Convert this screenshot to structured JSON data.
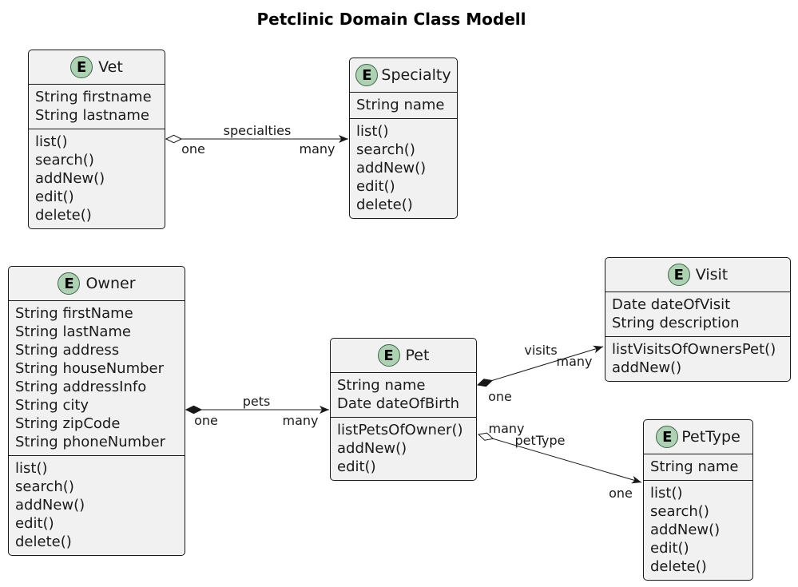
{
  "title": "Petclinic Domain Class Modell",
  "entity_letter": "E",
  "colors": {
    "background": "#FFFFFF",
    "box_fill": "#F1F1F1",
    "box_border": "#181818",
    "line": "#181818",
    "text": "#1A1A1A",
    "spot_fill": "#ADD1B2",
    "spot_border": "#3E664C"
  },
  "classes": {
    "vet": {
      "name": "Vet",
      "attributes": [
        "String firstname",
        "String lastname"
      ],
      "methods": [
        "list()",
        "search()",
        "addNew()",
        "edit()",
        "delete()"
      ]
    },
    "specialty": {
      "name": "Specialty",
      "attributes": [
        "String name"
      ],
      "methods": [
        "list()",
        "search()",
        "addNew()",
        "edit()",
        "delete()"
      ]
    },
    "owner": {
      "name": "Owner",
      "attributes": [
        "String firstName",
        "String lastName",
        "String address",
        "String houseNumber",
        "String addressInfo",
        "String city",
        "String zipCode",
        "String phoneNumber"
      ],
      "methods": [
        "list()",
        "search()",
        "addNew()",
        "edit()",
        "delete()"
      ]
    },
    "pet": {
      "name": "Pet",
      "attributes": [
        "String name",
        "Date dateOfBirth"
      ],
      "methods": [
        "listPetsOfOwner()",
        "addNew()",
        "edit()"
      ]
    },
    "visit": {
      "name": "Visit",
      "attributes": [
        "Date dateOfVisit",
        "String description"
      ],
      "methods": [
        "listVisitsOfOwnersPet()",
        "addNew()"
      ]
    },
    "pettype": {
      "name": "PetType",
      "attributes": [
        "String name"
      ],
      "methods": [
        "list()",
        "search()",
        "addNew()",
        "edit()",
        "delete()"
      ]
    }
  },
  "relations": {
    "vet_specialty": {
      "from": "Vet",
      "to": "Specialty",
      "label": "specialties",
      "from_cardinality": "one",
      "to_cardinality": "many",
      "from_decoration": "open-diamond",
      "to_decoration": "arrow"
    },
    "owner_pet": {
      "from": "Owner",
      "to": "Pet",
      "label": "pets",
      "from_cardinality": "one",
      "to_cardinality": "many",
      "from_decoration": "filled-diamond",
      "to_decoration": "arrow"
    },
    "pet_visit": {
      "from": "Pet",
      "to": "Visit",
      "label": "visits",
      "from_cardinality": "one",
      "to_cardinality": "many",
      "from_decoration": "filled-diamond",
      "to_decoration": "arrow"
    },
    "pet_pettype": {
      "from": "Pet",
      "to": "PetType",
      "label": "petType",
      "from_cardinality": "many",
      "to_cardinality": "one",
      "from_decoration": "open-diamond",
      "to_decoration": "arrow"
    }
  }
}
